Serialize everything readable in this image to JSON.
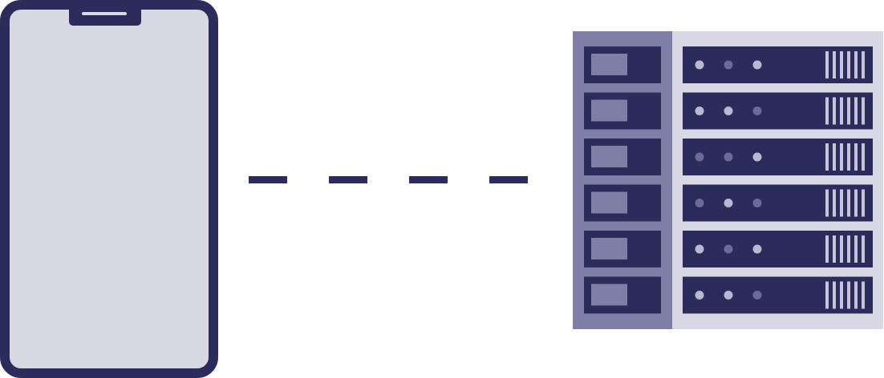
{
  "colors": {
    "dark": "#2b2b5c",
    "screen": "#d8d8e4",
    "rack_panel": "#7e7ea6",
    "rack_bg": "#d8d8e4",
    "led_light": "#b8b8d0",
    "led_dim": "#6a6a96",
    "vent": "#c4c4d6"
  },
  "icons": {
    "phone": "smartphone-icon",
    "connection": "dashed-connection-line",
    "server": "server-rack-icon"
  },
  "server": {
    "unit_count": 6,
    "units": [
      {
        "leds": [
          "on",
          "dim",
          "on"
        ]
      },
      {
        "leds": [
          "on",
          "on",
          "dim"
        ]
      },
      {
        "leds": [
          "dim",
          "dim",
          "on"
        ]
      },
      {
        "leds": [
          "dim",
          "on",
          "dim"
        ]
      },
      {
        "leds": [
          "on",
          "dim",
          "on"
        ]
      },
      {
        "leds": [
          "on",
          "on",
          "dim"
        ]
      }
    ]
  }
}
